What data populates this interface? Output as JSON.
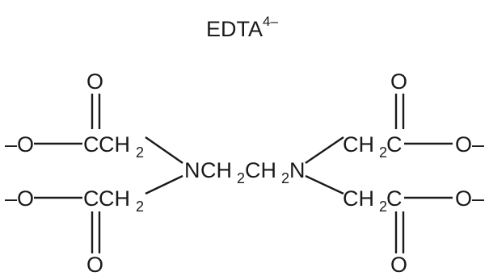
{
  "title": {
    "name": "EDTA",
    "charge": "4–"
  },
  "atoms": {
    "oxygen": "O",
    "anion_oxygen": "–O",
    "oxygen_anion": "O–",
    "carbon": "C",
    "ch2_ch": "CH",
    "ch2_sub": "2",
    "nitrogen": "N"
  }
}
